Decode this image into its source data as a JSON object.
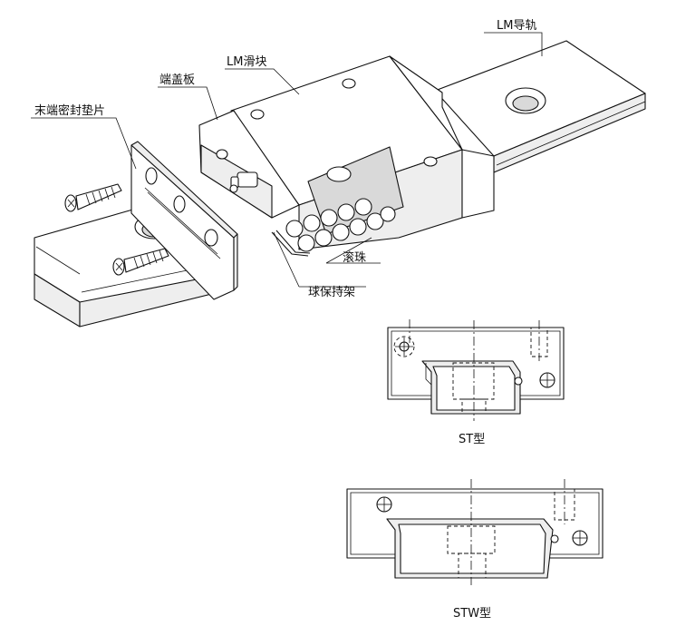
{
  "labels": {
    "rail": "LM导轨",
    "block": "LM滑块",
    "end_plate": "端盖板",
    "end_seal": "末端密封垫片",
    "balls": "滚珠",
    "retainer": "球保持架"
  },
  "sections": {
    "st": "ST型",
    "stw": "STW型"
  }
}
